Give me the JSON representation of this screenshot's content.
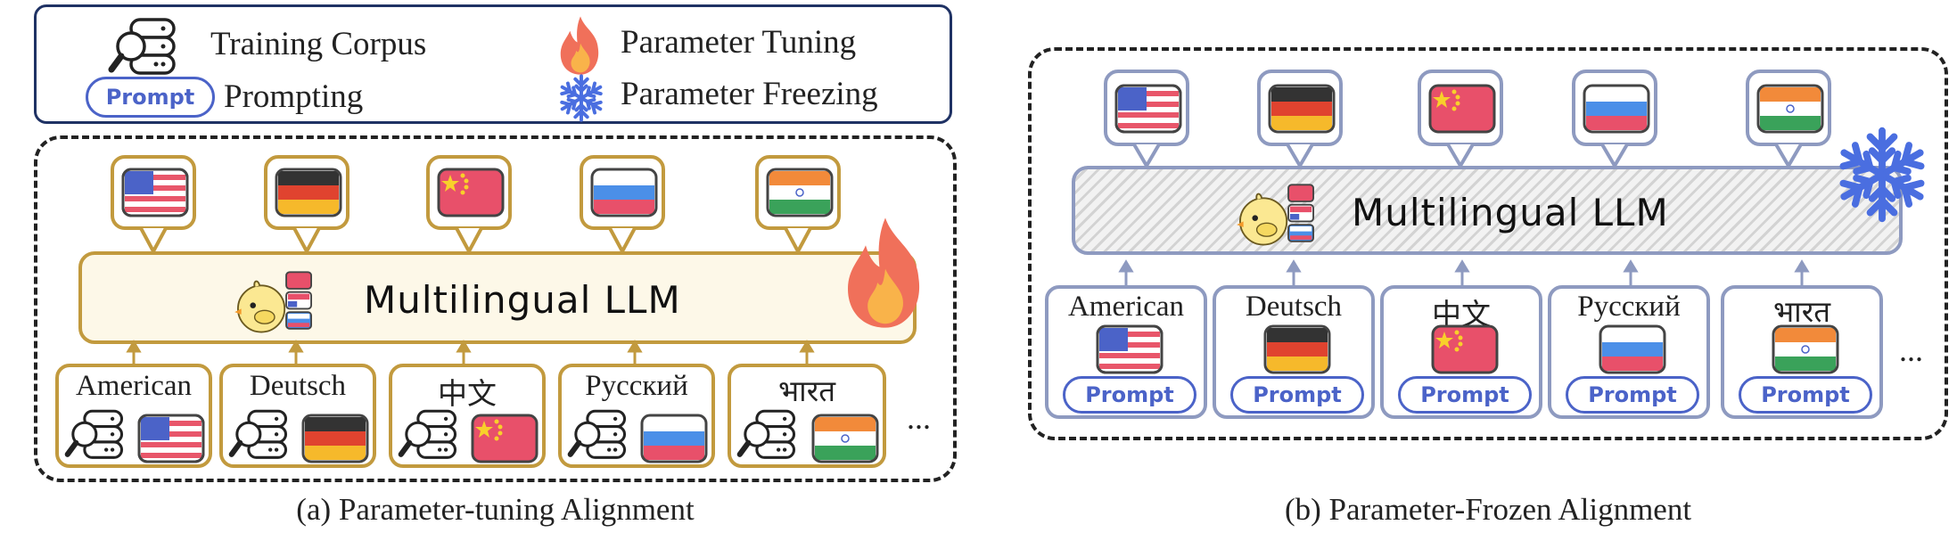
{
  "legend": {
    "training_corpus": "Training Corpus",
    "parameter_tuning": "Parameter Tuning",
    "prompt_badge": "Prompt",
    "prompting": "Prompting",
    "parameter_freezing": "Parameter Freezing"
  },
  "panel_a": {
    "llm_label": "Multilingual LLM",
    "languages": [
      "American",
      "Deutsch",
      "中文",
      "Русский",
      "भारत"
    ],
    "ellipsis": "...",
    "caption": "(a) Parameter-tuning Alignment"
  },
  "panel_b": {
    "llm_label": "Multilingual LLM",
    "languages": [
      "American",
      "Deutsch",
      "中文",
      "Русский",
      "भारत"
    ],
    "prompt_label": "Prompt",
    "ellipsis": "...",
    "caption": "(b) Parameter-Frozen Alignment"
  },
  "flags": [
    "us",
    "de",
    "cn",
    "ru",
    "in"
  ],
  "icons": [
    "database-search-icon",
    "fire-icon",
    "snowflake-icon",
    "chick-icon"
  ],
  "colors": {
    "tuning_border": "#c29a3e",
    "frozen_border": "#8e9ac0",
    "prompt_blue": "#4b63c8",
    "fire": "#f0705a",
    "snow": "#4a6ee0"
  }
}
